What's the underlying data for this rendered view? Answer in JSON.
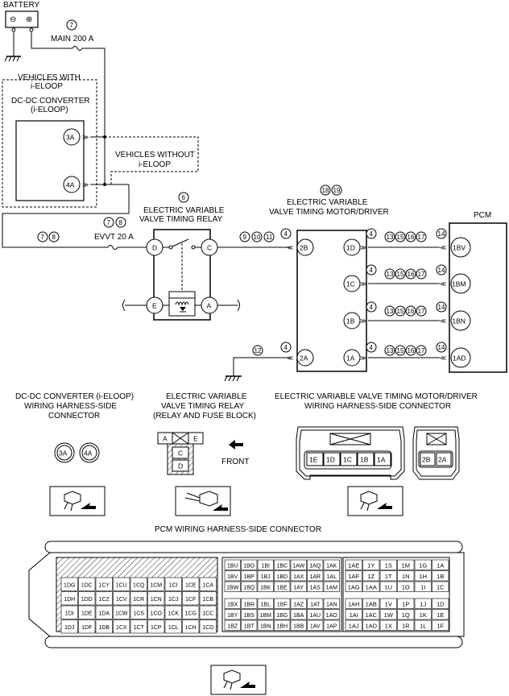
{
  "labels": {
    "battery": "BATTERY",
    "battery_minus": "⊖",
    "battery_plus": "⊕",
    "main_fuse": "MAIN 200 A",
    "vehicles_with": "VEHICLES WITH",
    "i_eloop": "i-ELOOP",
    "dcdc_title": "DC-DC CONVERTER",
    "dcdc_sub": "(i-ELOOP)",
    "vehicles_without": "VEHICLES WITHOUT",
    "i_eloop2": "i-ELOOP",
    "relay_title1": "ELECTRIC VARIABLE",
    "relay_title2": "VALVE TIMING RELAY",
    "evvt_fuse": "EVVT 20 A",
    "motor_title1": "ELECTRIC VARIABLE",
    "motor_title2": "VALVE TIMING MOTOR/DRIVER",
    "pcm": "PCM"
  },
  "refs": {
    "r7": "7",
    "r8": "8",
    "r6": "6",
    "r9": "9",
    "r10": "10",
    "r11": "11",
    "r12": "12",
    "r4": "4",
    "r13": "13",
    "r14": "14",
    "r15": "15",
    "r16": "16",
    "r17": "17",
    "r18": "18",
    "r19": "19"
  },
  "terminals": {
    "dcdc": [
      "3A",
      "4A"
    ],
    "relay": [
      "D",
      "C",
      "E",
      "A"
    ],
    "motor_left": [
      "2B",
      "2A"
    ],
    "motor_right": [
      "1D",
      "1C",
      "1B",
      "1A"
    ],
    "pcm": [
      "1BV",
      "1BM",
      "1BN",
      "1AD"
    ]
  },
  "connectors": {
    "dcdc_title1": "DC-DC CONVERTER (i-ELOOP)",
    "dcdc_title2": "WIRING HARNESS-SIDE",
    "dcdc_title3": "CONNECTOR",
    "relay_title1": "ELECTRIC VARIABLE",
    "relay_title2": "VALVE TIMING RELAY",
    "relay_title3": "(RELAY AND FUSE BLOCK)",
    "relay_cells": [
      "A",
      "E",
      "C",
      "D"
    ],
    "front": "FRONT",
    "motor_title1": "ELECTRIC VARIABLE VALVE TIMING MOTOR/DRIVER",
    "motor_title2": "WIRING HARNESS-SIDE CONNECTOR",
    "motor_main_pins": [
      "1E",
      "1D",
      "1C",
      "1B",
      "1A"
    ],
    "motor_small_pins": [
      "2B",
      "2A"
    ],
    "pcm_title": "PCM WIRING HARNESS-SIDE CONNECTOR"
  },
  "pcm_grid": {
    "left": [
      [
        "1DG",
        "1DC",
        "1CY",
        "1CU",
        "1CQ",
        "1CM",
        "1CI",
        "1CE",
        "1CA"
      ],
      [
        "1DH",
        "1DD",
        "1CZ",
        "1CV",
        "1CR",
        "1CN",
        "1CJ",
        "1CF",
        "1CB"
      ],
      [
        "1DI",
        "1DE",
        "1DA",
        "1CW",
        "1CS",
        "1CO",
        "1CK",
        "1CG",
        "1CC"
      ],
      [
        "1DJ",
        "1DF",
        "1DB",
        "1CX",
        "1CT",
        "1CP",
        "1CL",
        "1CH",
        "1CD"
      ]
    ],
    "mid_top": [
      [
        "1BU",
        "1BO",
        "1BI",
        "1BC",
        "1AW",
        "1AQ",
        "1AK"
      ],
      [
        "1BV",
        "1BP",
        "1BJ",
        "1BD",
        "1AX",
        "1AR",
        "1AL"
      ],
      [
        "1BW",
        "1BQ",
        "1BK",
        "1BE",
        "1AY",
        "1AS",
        "1AM"
      ]
    ],
    "mid_bot": [
      [
        "1BX",
        "1BR",
        "1BL",
        "1BF",
        "1AZ",
        "1AT",
        "1AN"
      ],
      [
        "1BY",
        "1BS",
        "1BM",
        "1BG",
        "1BA",
        "1AU",
        "1AO"
      ],
      [
        "1BZ",
        "1BT",
        "1BN",
        "1BH",
        "1BB",
        "1AV",
        "1AP"
      ]
    ],
    "right_top": [
      [
        "1AE",
        "1Y",
        "1S",
        "1M",
        "1G",
        "1A"
      ],
      [
        "1AF",
        "1Z",
        "1T",
        "1N",
        "1H",
        "1B"
      ],
      [
        "1AG",
        "1AA",
        "1U",
        "1O",
        "1I",
        "1C"
      ]
    ],
    "right_bot": [
      [
        "1AH",
        "1AB",
        "1V",
        "1P",
        "1J",
        "1D"
      ],
      [
        "1AI",
        "1AC",
        "1W",
        "1Q",
        "1K",
        "1E"
      ],
      [
        "1AJ",
        "1AD",
        "1X",
        "1R",
        "1L",
        "1F"
      ]
    ]
  }
}
